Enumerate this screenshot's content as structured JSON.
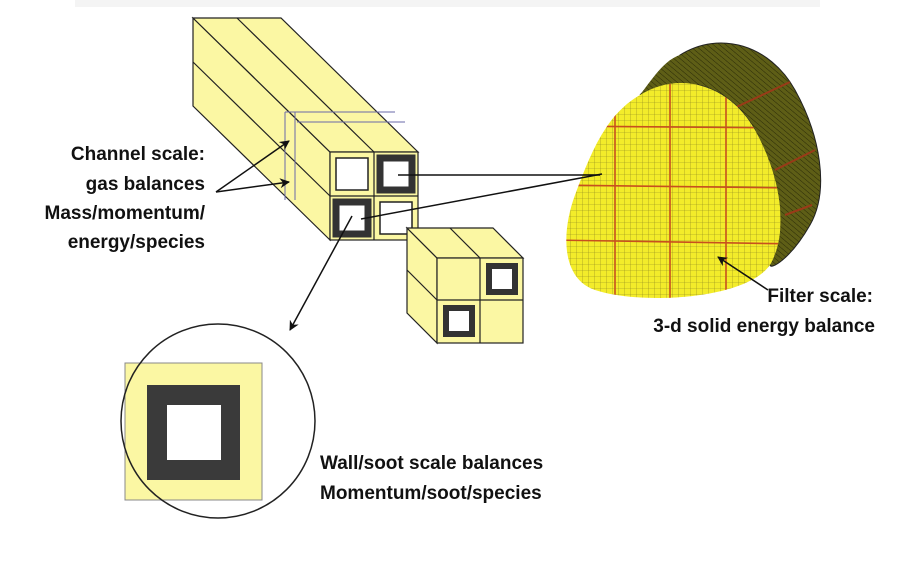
{
  "colors": {
    "block_fill": "#fbf7a3",
    "filter_face": "#f3ec2a",
    "filter_side": "#5a5a14",
    "grid_major": "#c8501e",
    "wall_dark": "#333333",
    "line": "#111111"
  },
  "labels": {
    "channel_line1": "Channel scale:",
    "channel_line2": "gas balances",
    "channel_line3": "Mass/momentum/",
    "channel_line4": "energy/species",
    "filter_line1": "Filter scale:",
    "filter_line2": "3-d solid energy balance",
    "wall_line1": "Wall/soot scale balances",
    "wall_line2": "Momentum/soot/species"
  }
}
